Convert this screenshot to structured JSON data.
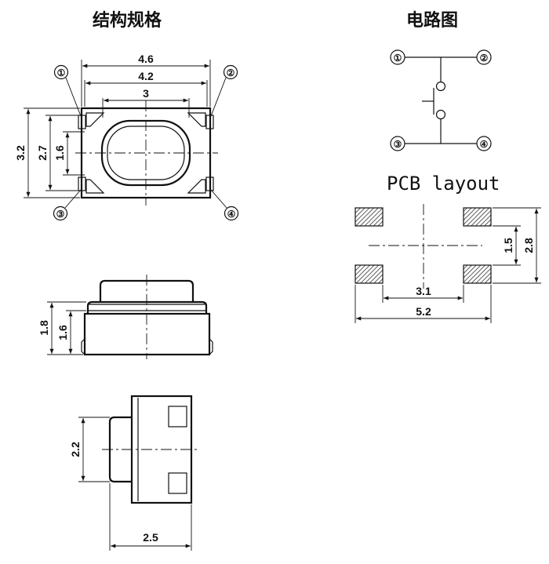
{
  "titles": {
    "structure": "结构规格",
    "circuit": "电路图",
    "pcb": "PCB layout"
  },
  "top_view": {
    "dims": {
      "outer_width": "4.6",
      "inner_width": "4.2",
      "oval_width": "3",
      "height_total": "3.2",
      "height_mid": "2.7",
      "height_small": "1.6"
    },
    "pins": [
      "①",
      "②",
      "③",
      "④"
    ]
  },
  "side_view": {
    "dims": {
      "height_total": "1.8",
      "height_body": "1.6"
    }
  },
  "end_view": {
    "dims": {
      "height": "2.2",
      "width": "2.5"
    }
  },
  "circuit": {
    "pins": [
      "①",
      "②",
      "③",
      "④"
    ]
  },
  "pcb": {
    "dims": {
      "pad_gap": "3.1",
      "total_width": "5.2",
      "pad_pitch": "1.5",
      "total_height": "2.8"
    }
  }
}
